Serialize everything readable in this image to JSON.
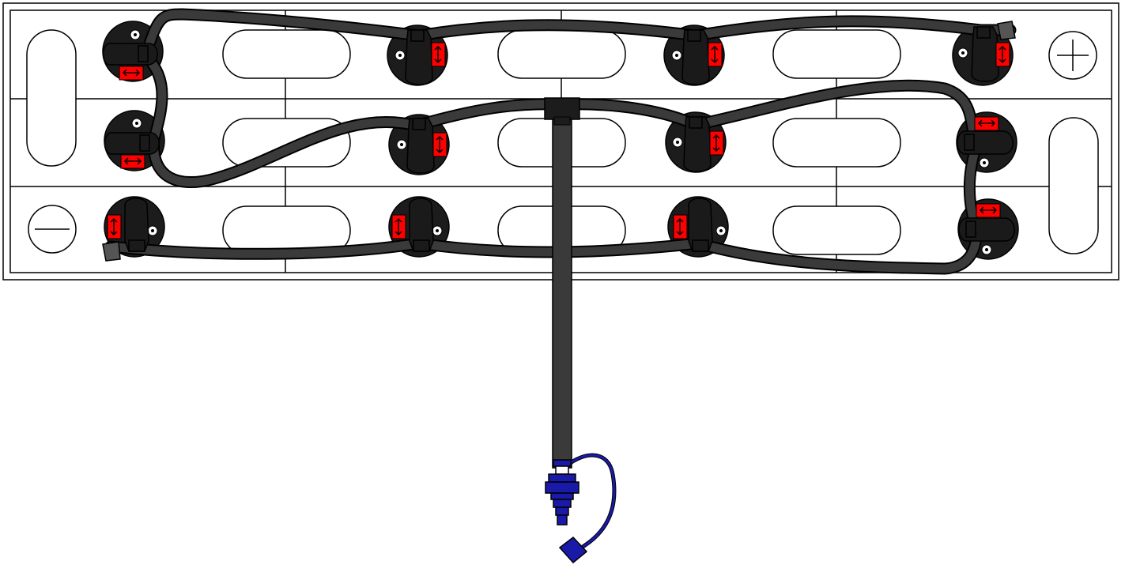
{
  "diagram": {
    "kind": "battery-watering-system",
    "rows": 3,
    "columns": 4,
    "cell_count": 12,
    "terminals": {
      "positive": {
        "symbol": "plus"
      },
      "negative": {
        "symbol": "minus"
      }
    },
    "colors": {
      "background": "#ffffff",
      "outline": "#000000",
      "hose": "#3a3a3a",
      "plug": "#1c1c1c",
      "flow_indicator": "#ff0000",
      "filler_coupling": "#1a1aa8"
    },
    "icons": [
      "plus-symbol-icon",
      "minus-symbol-icon",
      "flow-arrow-icon",
      "filler-plug-icon",
      "quick-coupling-icon",
      "dust-cap-icon"
    ]
  }
}
